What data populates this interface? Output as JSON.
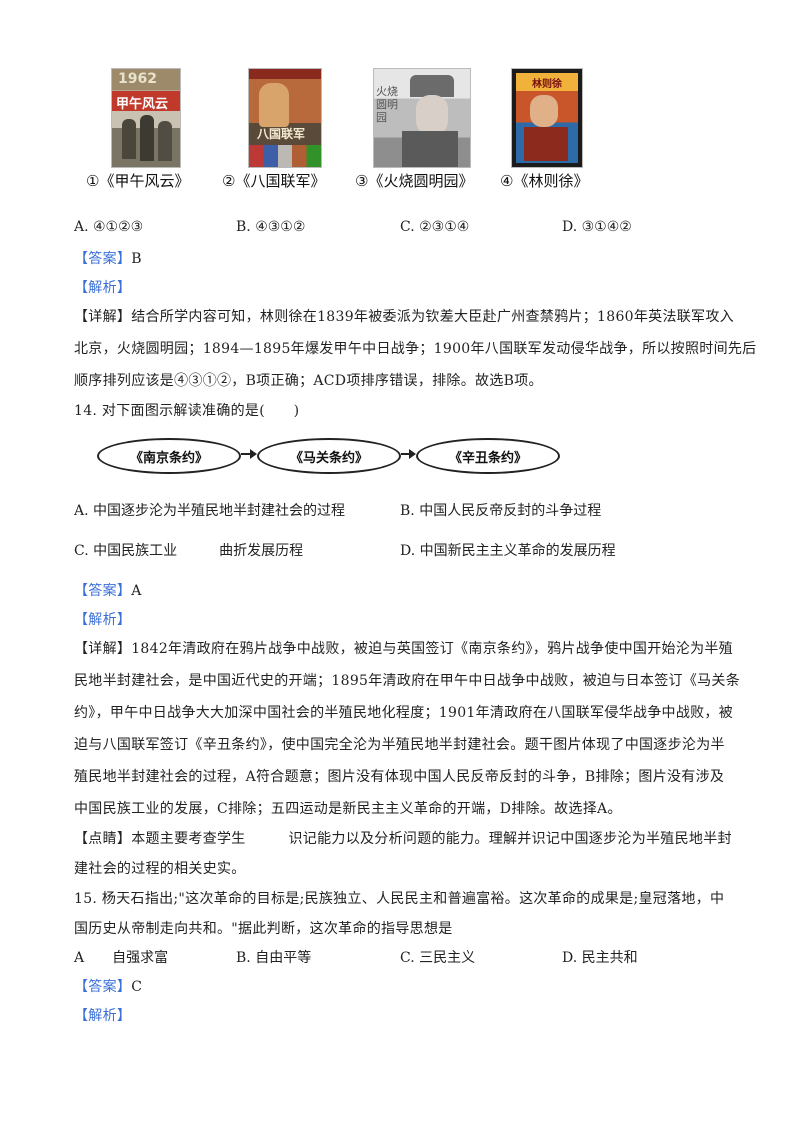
{
  "images": {
    "captions": [
      "①《甲午风云》",
      "②《八国联军》",
      "③《火烧圆明园》",
      "④《林则徐》"
    ],
    "poster1_year": "1962",
    "poster1_title": "甲午风云",
    "poster2_title": "八国联军",
    "poster3_title": "火烧圆明园",
    "poster4_title": "林则徐"
  },
  "q13": {
    "options": [
      "A. ④①②③",
      "B. ④③①②",
      "C. ②③①④",
      "D. ③①④②"
    ],
    "answer_tag": "【答案】",
    "answer": "B",
    "analysis_tag": "【解析】",
    "detail_lines": [
      "【详解】结合所学内容可知，林则徐在1839年被委派为钦差大臣赴广州查禁鸦片；1860年英法联军攻入",
      "北京，火烧圆明园；1894—1895年爆发甲午中日战争；1900年八国联军发动侵华战争，所以按照时间先后",
      "顺序排列应该是④③①②，B项正确；ACD项排序错误，排除。故选B项。"
    ]
  },
  "q14": {
    "stem": "14. 对下面图示解读准确的是(　　)",
    "flow": [
      "《南京条约》",
      "《马关条约》",
      "《辛丑条约》"
    ],
    "options": [
      "A. 中国逐步沦为半殖民地半封建社会的过程",
      "B. 中国人民反帝反封的斗争过程",
      "C. 中国民族工业　　　曲折发展历程",
      "D. 中国新民主主义革命的发展历程"
    ],
    "answer_tag": "【答案】",
    "answer": "A",
    "analysis_tag": "【解析】",
    "detail_lines": [
      "【详解】1842年清政府在鸦片战争中战败，被迫与英国签订《南京条约》，鸦片战争使中国开始沦为半殖",
      "民地半封建社会，是中国近代史的开端；1895年清政府在甲午中日战争中战败，被迫与日本签订《马关条",
      "约》，甲午中日战争大大加深中国社会的半殖民地化程度；1901年清政府在八国联军侵华战争中战败，被",
      "迫与八国联军签订《辛丑条约》，使中国完全沦为半殖民地半封建社会。题干图片体现了中国逐步沦为半",
      "殖民地半封建社会的过程，A符合题意；图片没有体现中国人民反帝反封的斗争，B排除；图片没有涉及",
      "中国民族工业的发展，C排除；五四运动是新民主主义革命的开端，D排除。故选择A。"
    ],
    "comment_lines": [
      "【点睛】本题主要考查学生　　　识记能力以及分析问题的能力。理解并识记中国逐步沦为半殖民地半封",
      "建社会的过程的相关史实。"
    ]
  },
  "q15": {
    "stem_lines": [
      "15. 杨天石指出;\"这次革命的目标是;民族独立、人民民主和普遍富裕。这次革命的成果是;皇冠落地，中",
      "国历史从帝制走向共和。\"据此判断，这次革命的指导思想是"
    ],
    "options": [
      "A　　自强求富",
      "B. 自由平等",
      "C. 三民主义",
      "D. 民主共和"
    ],
    "answer_tag": "【答案】",
    "answer": "C",
    "analysis_tag": "【解析】"
  }
}
